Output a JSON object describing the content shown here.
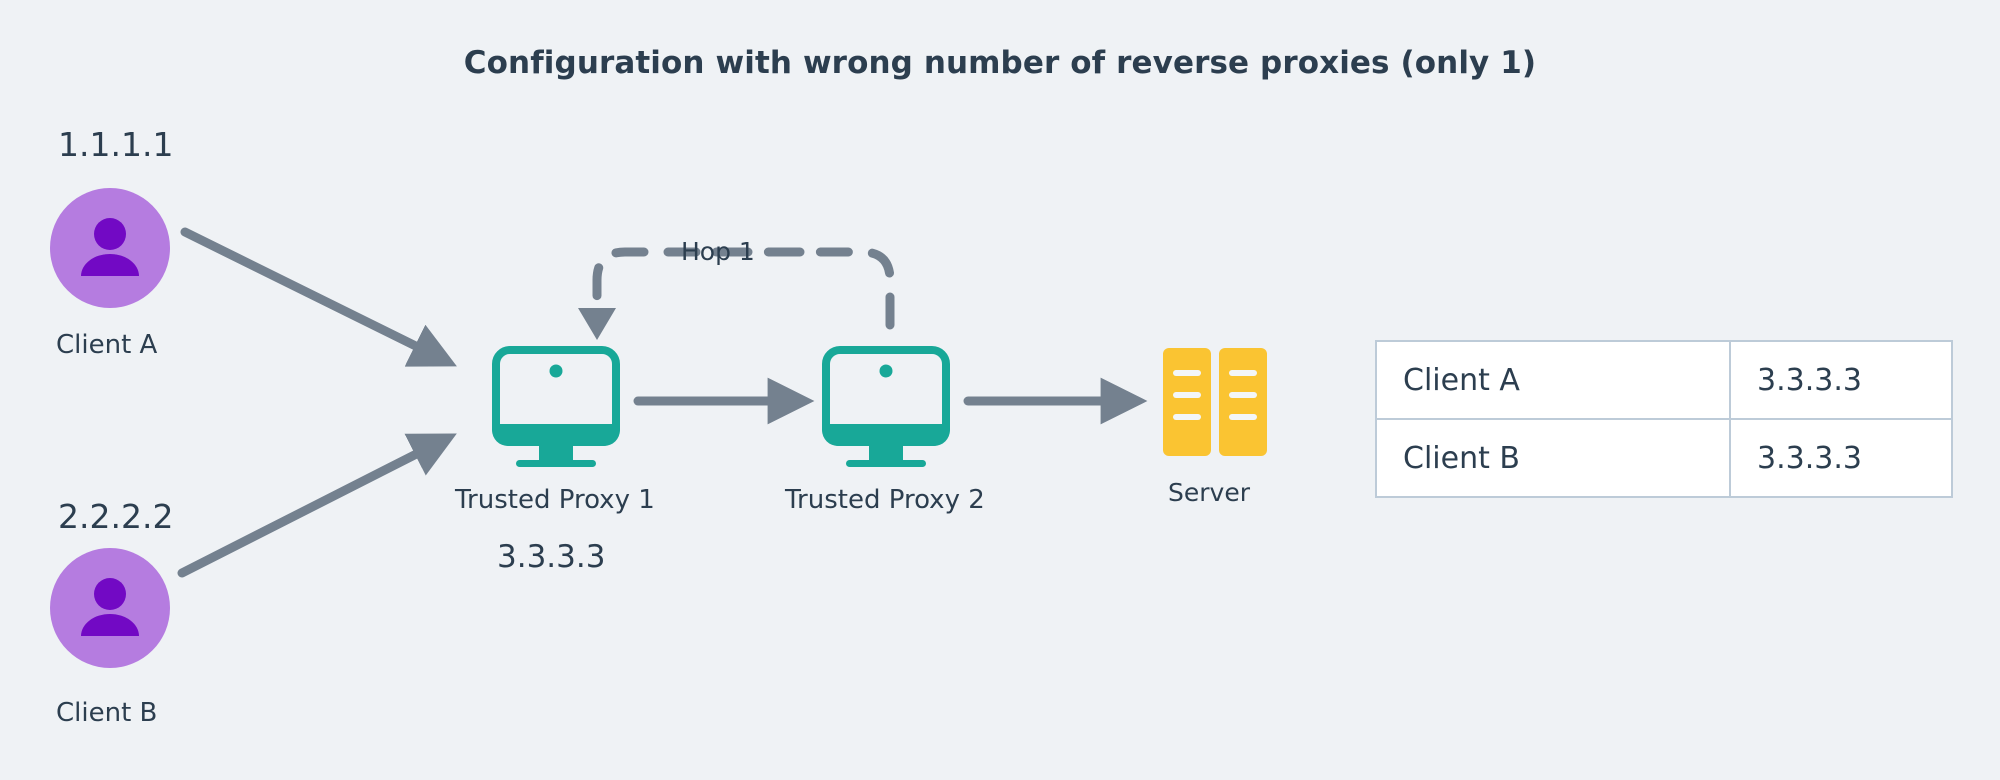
{
  "title": "Configuration with wrong number of reverse proxies (only 1)",
  "colors": {
    "background": "#eff2f5",
    "text": "#2c3e4f",
    "arrow": "#74818f",
    "avatar_circle": "#b57ce0",
    "avatar_glyph": "#7209c4",
    "monitor": "#18a898",
    "server": "#fac432",
    "server_line": "#f3f6f8",
    "table_border": "#bdcbd8",
    "table_cell_bg": "#ffffff"
  },
  "clients": [
    {
      "ip": "1.1.1.1",
      "label": "Client A",
      "icon": "person-avatar-icon"
    },
    {
      "ip": "2.2.2.2",
      "label": "Client B",
      "icon": "person-avatar-icon"
    }
  ],
  "proxies": [
    {
      "label": "Trusted Proxy 1",
      "ip": "3.3.3.3",
      "icon": "monitor-icon"
    },
    {
      "label": "Trusted Proxy 2",
      "ip": "",
      "icon": "monitor-icon"
    }
  ],
  "server": {
    "label": "Server",
    "icon": "server-rack-icon"
  },
  "hop": {
    "label": "Hop 1",
    "style": "dashed",
    "from": "Trusted Proxy 2",
    "to": "Trusted Proxy 1"
  },
  "results_table": {
    "rows": [
      {
        "client": "Client A",
        "detected_ip": "3.3.3.3"
      },
      {
        "client": "Client B",
        "detected_ip": "3.3.3.3"
      }
    ]
  }
}
